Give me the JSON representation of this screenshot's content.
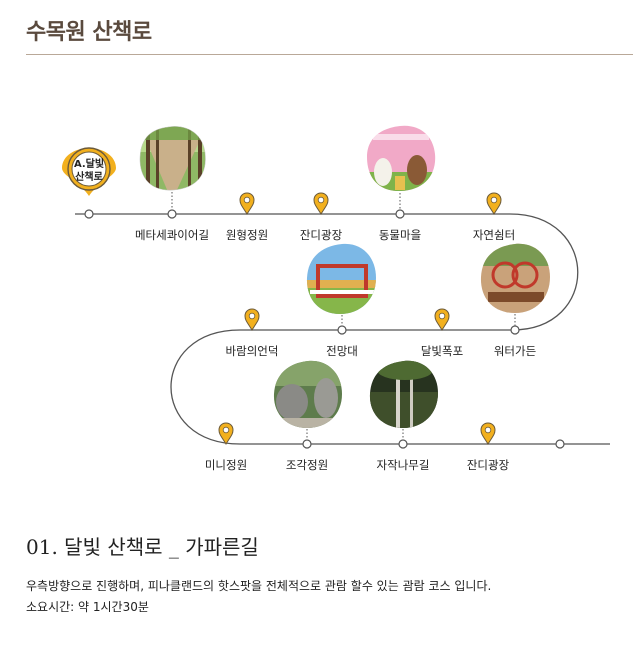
{
  "page_title": "수목원 산책로",
  "start_marker": {
    "line1": "A.달빛",
    "line2": "산책로"
  },
  "stops": [
    {
      "label": "메타세콰이어길"
    },
    {
      "label": "원형정원"
    },
    {
      "label": "잔디광장"
    },
    {
      "label": "동물마을"
    },
    {
      "label": "자연쉼터"
    },
    {
      "label": "바람의언덕"
    },
    {
      "label": "전망대"
    },
    {
      "label": "달빛폭포"
    },
    {
      "label": "워터가든"
    },
    {
      "label": "미니정원"
    },
    {
      "label": "조각정원"
    },
    {
      "label": "자작나무길"
    },
    {
      "label": "잔디광장"
    }
  ],
  "course": {
    "heading": "01. 달빛 산책로 _ 가파른길",
    "description": "우측방향으로 진행하며, 피나클랜드의 핫스팟을 전체적으로 관람 할수 있는 괌람 코스 입니다.",
    "duration": "소요시간: 약 1시간30분"
  },
  "colors": {
    "title": "#5a4a3e",
    "rule": "#b9a898",
    "path": "#555555",
    "pin": "#f2b01e",
    "pin_stroke": "#6b5a3a"
  }
}
